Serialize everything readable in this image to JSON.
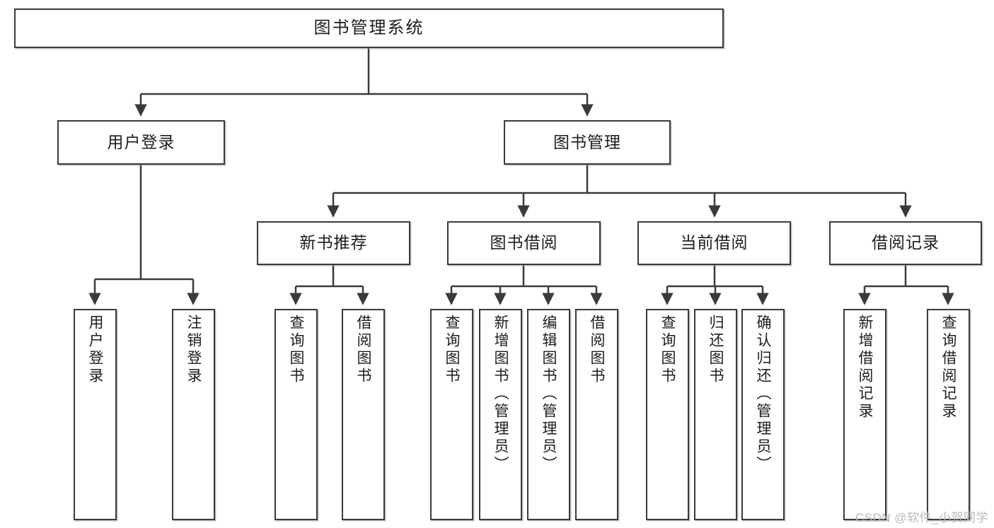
{
  "diagram": {
    "title": "图书管理系统",
    "watermark": "CSDN @软件_小贺同学",
    "stroke_color": "#3a3a3a",
    "fill_color": "#ffffff",
    "text_color": "#1d1d1d",
    "watermark_color": "#b9b9b9"
  },
  "root": {
    "label": "图书管理系统"
  },
  "level2": [
    {
      "label": "用户登录"
    },
    {
      "label": "图书管理"
    }
  ],
  "level3": [
    {
      "label": "新书推荐"
    },
    {
      "label": "图书借阅"
    },
    {
      "label": "当前借阅"
    },
    {
      "label": "借阅记录"
    }
  ],
  "leaves": {
    "user_login": [
      {
        "label": "用户登录"
      },
      {
        "label": "注销登录"
      }
    ],
    "new_book_recommend": [
      {
        "label": "查询图书"
      },
      {
        "label": "借阅图书"
      }
    ],
    "book_borrow": [
      {
        "label": "查询图书"
      },
      {
        "label": "新增图书（管理员）"
      },
      {
        "label": "编辑图书（管理员）"
      },
      {
        "label": "借阅图书"
      }
    ],
    "current_borrow": [
      {
        "label": "查询图书"
      },
      {
        "label": "归还图书"
      },
      {
        "label": "确认归还（管理员）"
      }
    ],
    "borrow_record": [
      {
        "label": "新增借阅记录"
      },
      {
        "label": "查询借阅记录"
      }
    ]
  }
}
